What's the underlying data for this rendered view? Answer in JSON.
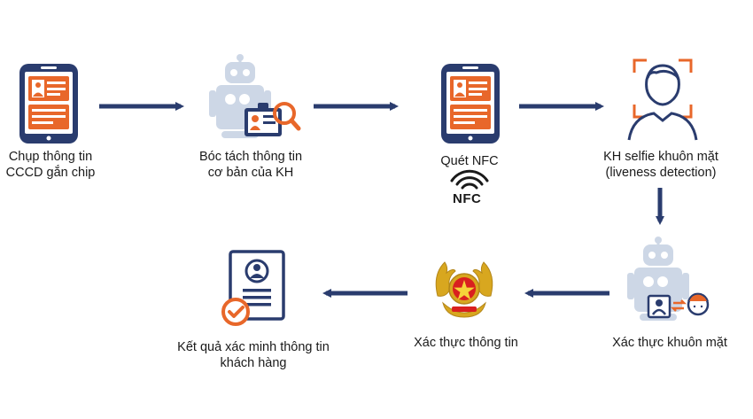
{
  "colors": {
    "navy": "#2a3c6e",
    "orange": "#e8672a",
    "robot": "#cdd7e6",
    "gold": "#d8a71f",
    "red": "#d9201f"
  },
  "steps": [
    {
      "id": "capture",
      "icon": "phone-id-card-icon",
      "label_line1": "Chụp thông tin",
      "label_line2": "CCCD gắn chip"
    },
    {
      "id": "extract",
      "icon": "robot-id-search-icon",
      "label_line1": "Bóc tách thông tin",
      "label_line2": "cơ bản của KH"
    },
    {
      "id": "nfc",
      "icon": "phone-id-card-icon",
      "label_line1": "Quét NFC",
      "label_line2": ""
    },
    {
      "id": "selfie",
      "icon": "face-scan-icon",
      "label_line1": "KH selfie khuôn mặt",
      "label_line2": "(liveness detection)"
    },
    {
      "id": "face-verify",
      "icon": "robot-face-match-icon",
      "label_line1": "Xác thực khuôn mặt",
      "label_line2": ""
    },
    {
      "id": "info-verify",
      "icon": "police-emblem-icon",
      "label_line1": "Xác thực thông tin",
      "label_line2": ""
    },
    {
      "id": "result",
      "icon": "verified-document-icon",
      "label_line1": "Kết quả xác minh thông tin",
      "label_line2": "khách hàng"
    }
  ],
  "nfc_badge": {
    "text": "NFC",
    "icon": "nfc-wave-icon"
  }
}
